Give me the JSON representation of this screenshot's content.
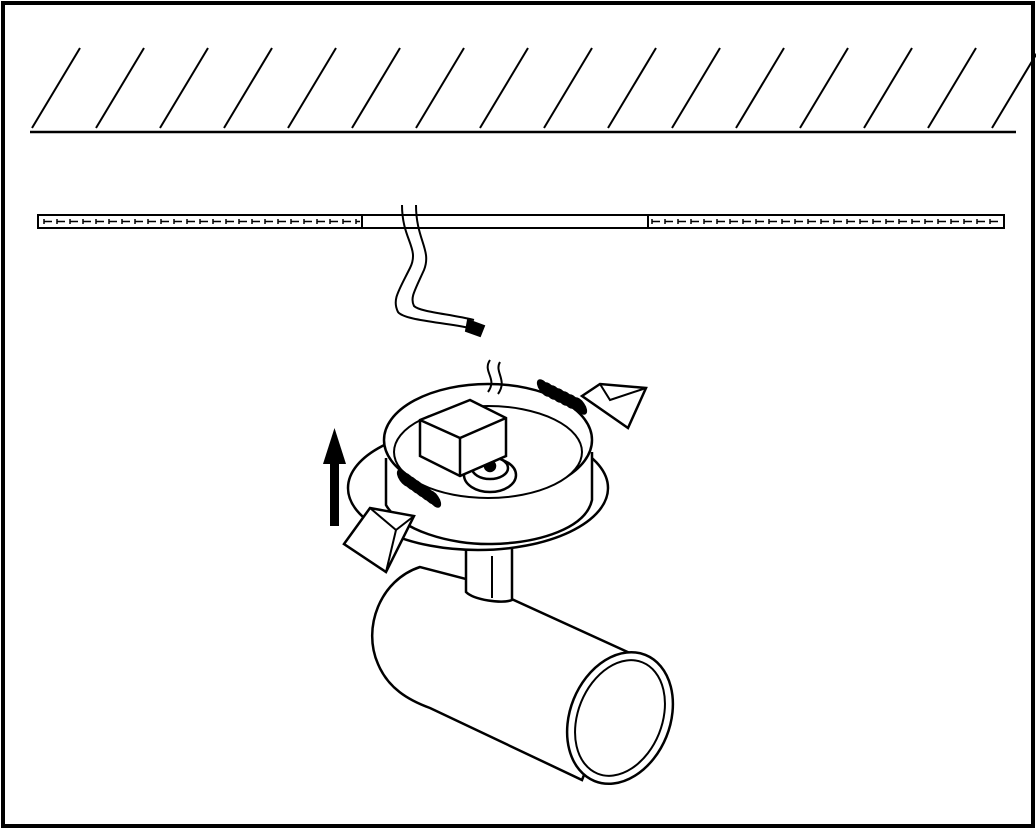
{
  "diagram": {
    "style": "black line-art installation diagram",
    "colors": {
      "line": "#000000",
      "background": "#ffffff"
    },
    "parts": [
      {
        "name": "ceiling",
        "icon": "hatched-ceiling"
      },
      {
        "name": "false-ceiling-panel",
        "icon": "dashed-panel-with-cutout"
      },
      {
        "name": "mains-cable",
        "icon": "two-core-cable"
      },
      {
        "name": "spotlight-fitting",
        "icon": "recessed-spotlight"
      },
      {
        "name": "mounting-springs",
        "icon": "spring-clip"
      },
      {
        "name": "terminal-block",
        "icon": "connector-box"
      },
      {
        "name": "insert-direction-arrow",
        "icon": "arrow-up"
      }
    ]
  }
}
